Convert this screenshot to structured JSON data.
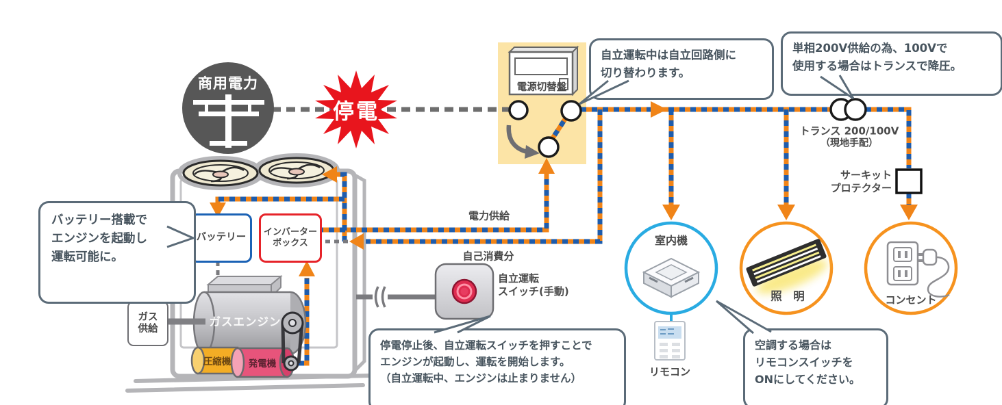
{
  "colors": {
    "line_blue": "#1e5cac",
    "line_orange": "#f08418",
    "dead_line_gray": "#6e6e6e",
    "panel_yellow": "#fce4a6",
    "outage_red": "#e8151d",
    "source_gray": "#575757",
    "indoor_circle_blue": "#29abe2",
    "device_circle_orange": "#f6921e",
    "battery_border_blue": "#1b62b5",
    "inverter_border_red": "#e62329",
    "callout_border": "#5b6b78"
  },
  "source": {
    "label": "商用電力"
  },
  "outage": {
    "label": "停電"
  },
  "switch_panel": {
    "label": "電源切替盤"
  },
  "standalone_switch": {
    "line1": "自立運転",
    "line2": "スイッチ(手動)"
  },
  "flow_labels": {
    "power_supply": "電力供給",
    "self_consumption": "自己消費分"
  },
  "transformer": {
    "name": "トランス 200/100V",
    "note": "（現地手配）"
  },
  "protector": {
    "line1": "サーキット",
    "line2": "プロテクター"
  },
  "devices": {
    "indoor_unit": "室内機",
    "lighting": "照　明",
    "outlet": "コンセント",
    "remote": "リモコン"
  },
  "unit": {
    "battery": "バッテリー",
    "inverter_line1": "インバーター",
    "inverter_line2": "ボックス",
    "engine": "ガスエンジン",
    "gas_line1": "ガス",
    "gas_line2": "供給",
    "compressor": "圧縮機",
    "generator": "発電機"
  },
  "callouts": {
    "switching": {
      "line1": "自立運転中は自立回路側に",
      "line2": "切り替わります。"
    },
    "transformer": {
      "line1": "単相200V供給の為、100Vで",
      "line2": "使用する場合はトランスで降圧。"
    },
    "battery": {
      "line1": "バッテリー搭載で",
      "line2": "エンジンを起動し",
      "line3": "運転可能に。"
    },
    "engine_start": {
      "line1": "停電停止後、自立運転スイッチを押すことで",
      "line2": "エンジンが起動し、運転を開始します。",
      "line3": "（自立運転中、エンジンは止まりません）"
    },
    "aircon": {
      "line1": "空調する場合は",
      "line2": "リモコンスイッチを",
      "line3": "ONにしてください。"
    }
  }
}
